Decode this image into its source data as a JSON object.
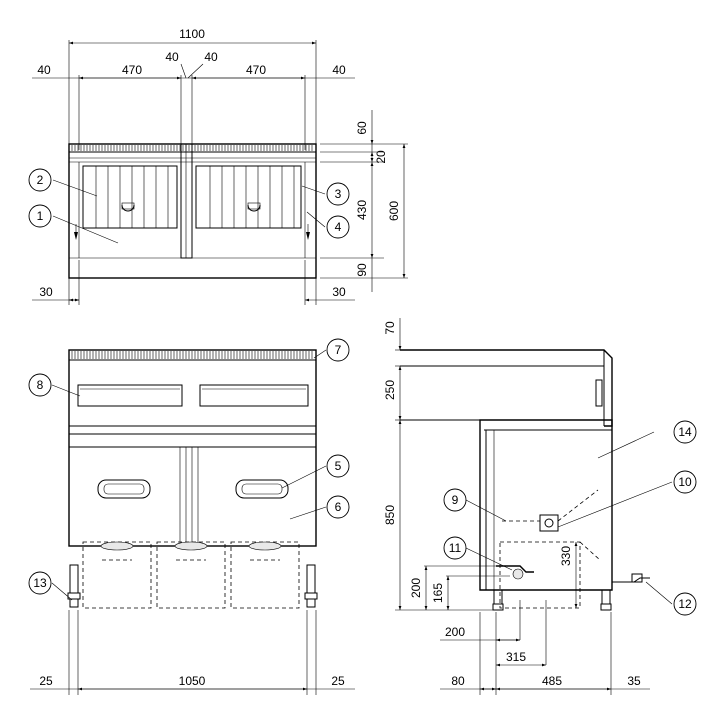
{
  "drawing": {
    "top_view": {
      "dims": {
        "overall_width": "1100",
        "side_left": "40",
        "basket_left": "470",
        "gap_left": "40",
        "gap_right": "40",
        "basket_right": "470",
        "side_right": "40",
        "top_height": "60",
        "rim": "20",
        "tank_depth": "430",
        "overall_depth": "600",
        "bottom": "90",
        "leg_left": "30",
        "leg_right": "30"
      },
      "callouts": [
        "1",
        "2",
        "3",
        "4"
      ]
    },
    "front_view": {
      "dims": {
        "leg_left": "25",
        "width": "1050",
        "leg_right": "25"
      },
      "callouts": [
        "5",
        "6",
        "7",
        "8",
        "13"
      ]
    },
    "side_view": {
      "dims": {
        "top_lip": "70",
        "backsplash": "250",
        "body_height": "850",
        "drain_height": "200",
        "valve_height": "165",
        "drain_offset": "200",
        "drain_depth": "315",
        "pan_height": "330",
        "front_leg": "80",
        "depth": "485",
        "rear": "35"
      },
      "callouts": [
        "9",
        "10",
        "11",
        "12",
        "14"
      ]
    }
  }
}
